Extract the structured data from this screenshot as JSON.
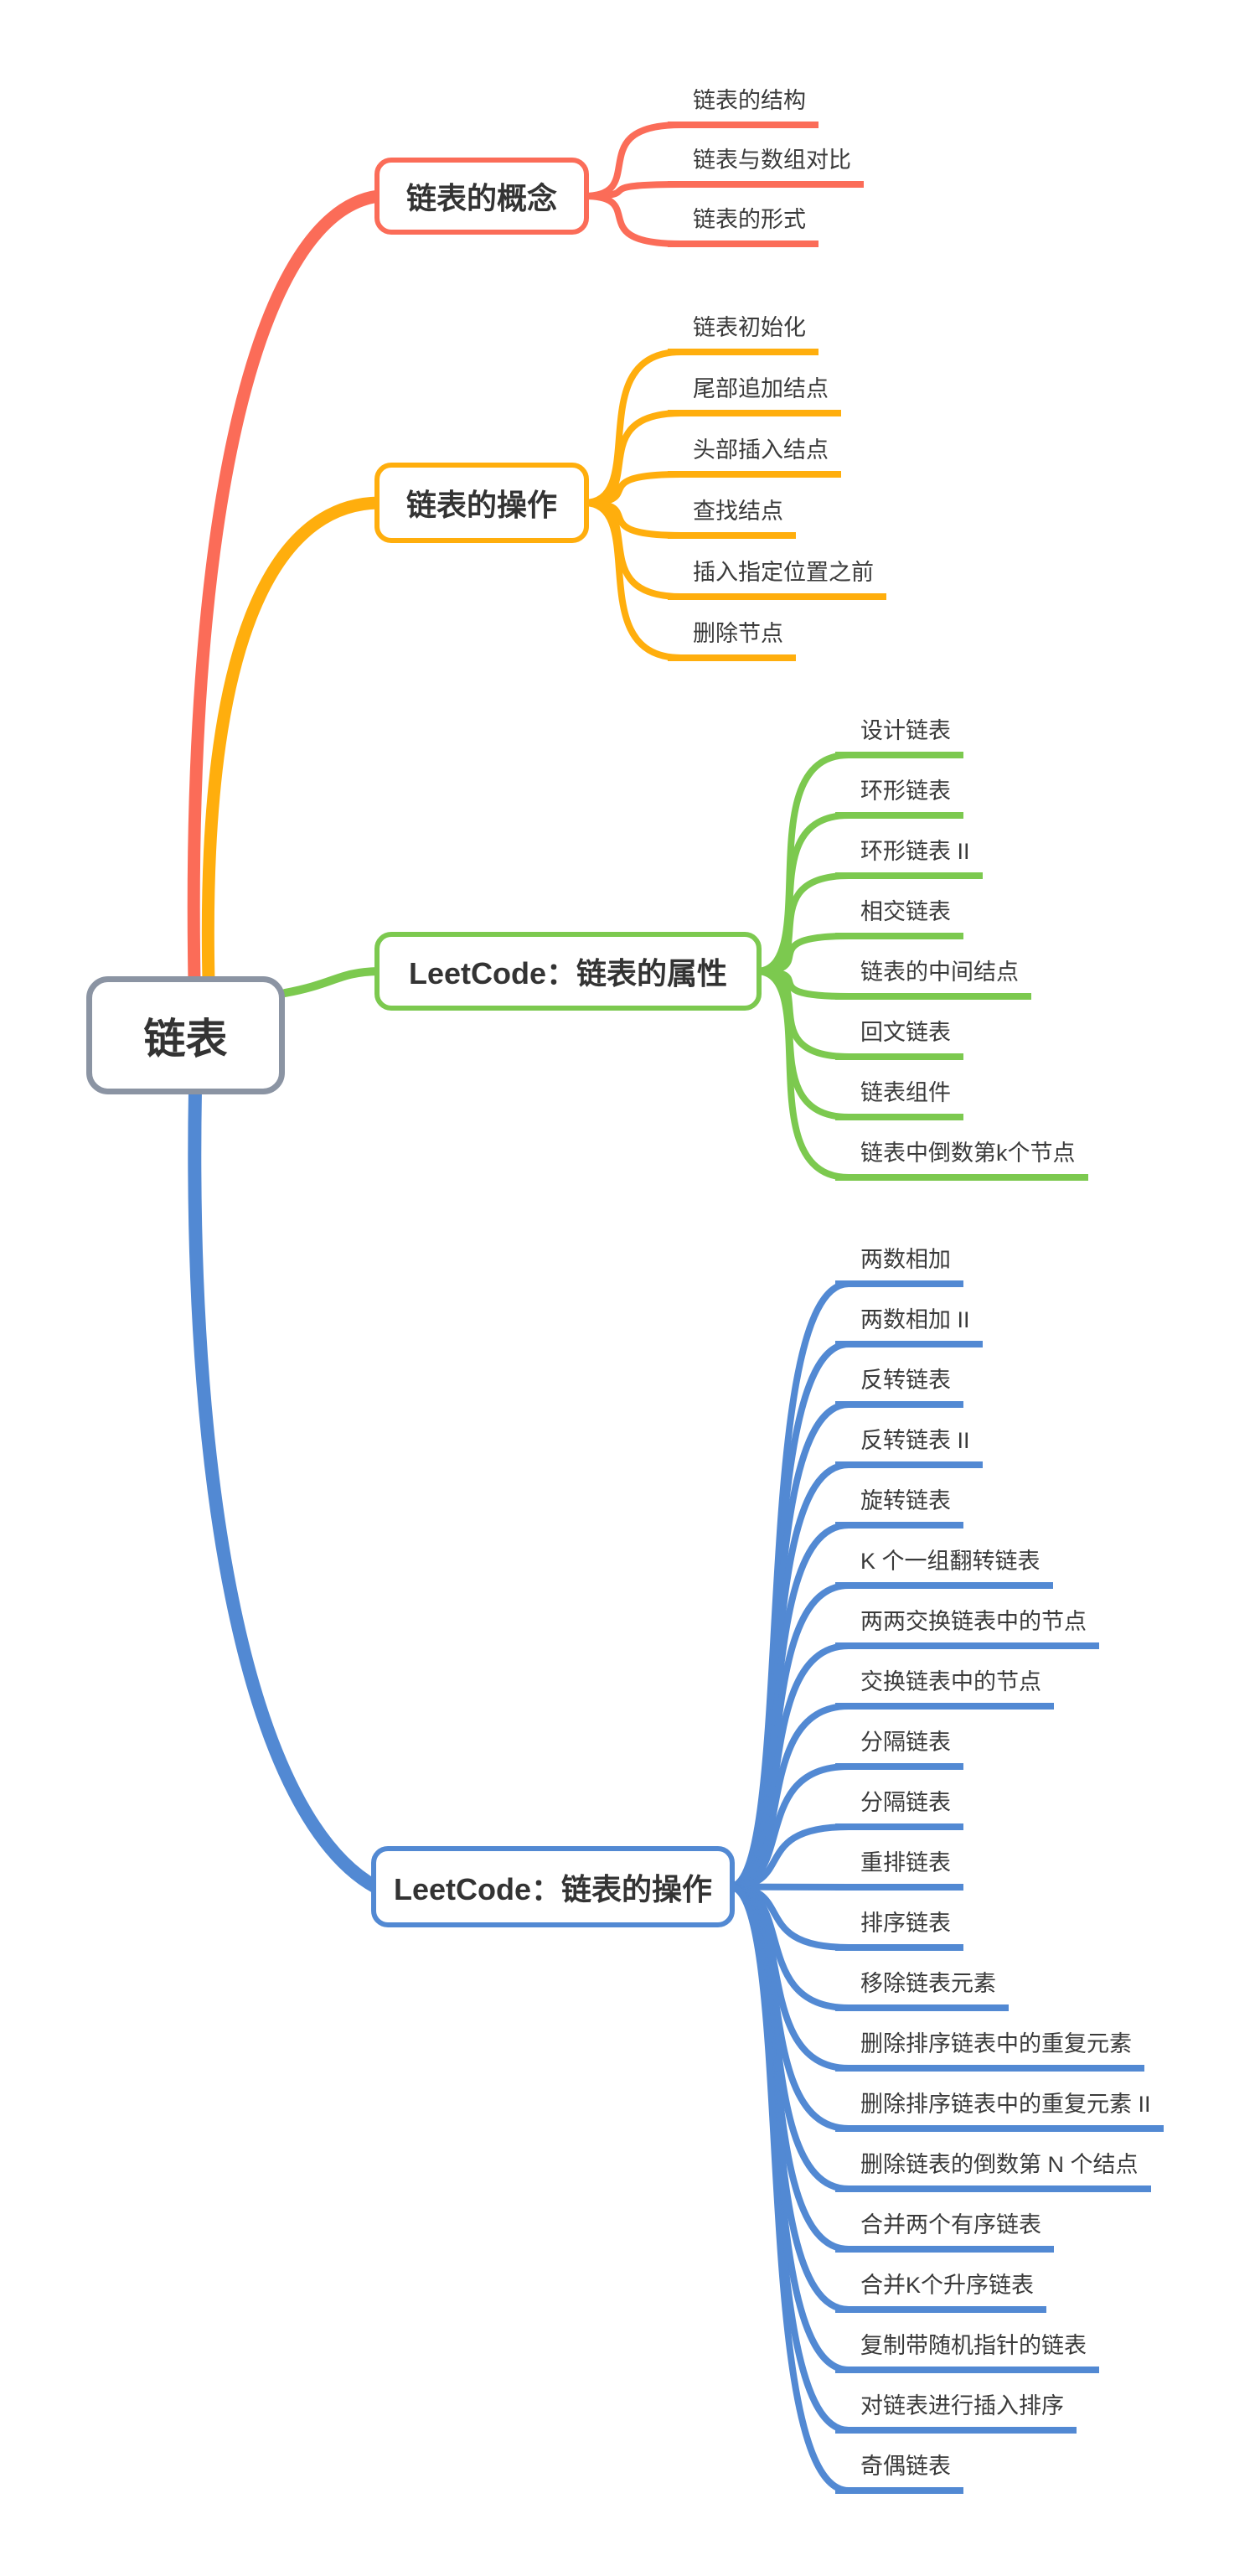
{
  "palette": {
    "background": "#FFFFFF",
    "root_border": "#8B94A3",
    "title_text": "#333333",
    "leaf_text": "#3A3A3A",
    "branch_colors": [
      "#FB6C58",
      "#FFAE0D",
      "#7CC94F",
      "#5289D3"
    ]
  },
  "root": {
    "label": "链表"
  },
  "branches": [
    {
      "label": "链表的概念",
      "color": "#FB6C58",
      "children": [
        "链表的结构",
        "链表与数组对比",
        "链表的形式"
      ]
    },
    {
      "label": "链表的操作",
      "color": "#FFAE0D",
      "children": [
        "链表初始化",
        "尾部追加结点",
        "头部插入结点",
        "查找结点",
        "插入指定位置之前",
        "删除节点"
      ]
    },
    {
      "label": "LeetCode：链表的属性",
      "color": "#7CC94F",
      "children": [
        "设计链表",
        "环形链表",
        "环形链表 II",
        "相交链表",
        "链表的中间结点",
        "回文链表",
        "链表组件",
        "链表中倒数第k个节点"
      ]
    },
    {
      "label": "LeetCode：链表的操作",
      "color": "#5289D3",
      "children": [
        "两数相加",
        "两数相加 II",
        "反转链表",
        "反转链表 II",
        "旋转链表",
        "K 个一组翻转链表",
        "两两交换链表中的节点",
        "交换链表中的节点",
        "分隔链表",
        "分隔链表",
        "重排链表",
        "排序链表",
        "移除链表元素",
        "删除排序链表中的重复元素",
        "删除排序链表中的重复元素 II",
        "删除链表的倒数第 N 个结点",
        "合并两个有序链表",
        "合并K个升序链表",
        "复制带随机指针的链表",
        "对链表进行插入排序",
        "奇偶链表"
      ]
    }
  ]
}
